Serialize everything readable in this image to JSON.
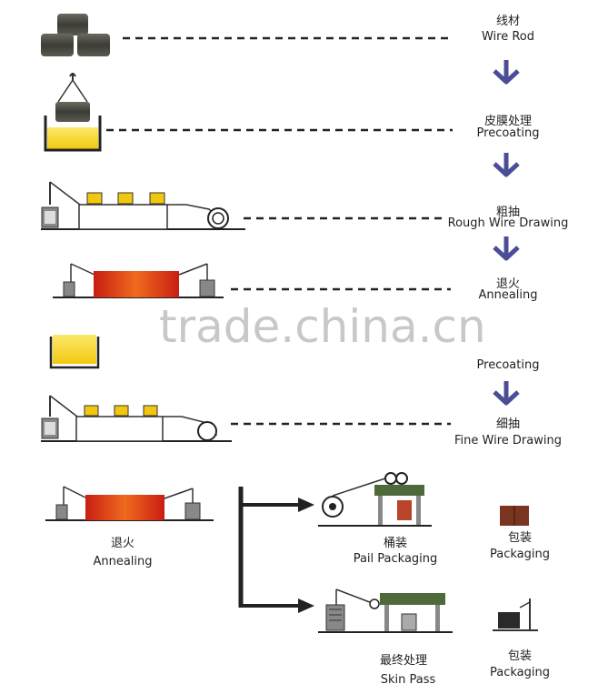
{
  "steps": [
    {
      "zh": "线材",
      "en": "Wire Rod"
    },
    {
      "zh": "皮膜处理",
      "en": "Precoating"
    },
    {
      "zh": "粗抽",
      "en": "Rough Wire Drawing"
    },
    {
      "zh": "退火",
      "en": "Annealing"
    },
    {
      "zh": "",
      "en": "Precoating"
    },
    {
      "zh": "细抽",
      "en": "Fine Wire Drawing"
    }
  ],
  "final_annealing": {
    "zh": "退火",
    "en": "Annealing"
  },
  "pail": {
    "zh": "桶装",
    "en": "Pail Packaging"
  },
  "pack1": {
    "zh": "包装",
    "en": "Packaging"
  },
  "skin": {
    "zh": "最终处理",
    "en": "Skin Pass"
  },
  "pack2": {
    "zh": "包装",
    "en": "Packaging"
  },
  "watermark": "trade.china.cn",
  "colors": {
    "arrow": "#4a4e96",
    "coat": "#f2d21a",
    "furnace_edge": "#c81e12",
    "furnace_mid": "#f06a1e",
    "skinpass_roof": "#4f6a3a",
    "pkg_box": "#7a3520",
    "line": "#222222"
  },
  "icons": [
    "wire-coils-icon",
    "dip-tank-icon",
    "drawing-machine-icon",
    "annealing-furnace-icon",
    "pail-packer-icon",
    "skin-pass-press-icon",
    "package-box-icon",
    "pallet-packaging-icon",
    "down-arrow-icon"
  ]
}
